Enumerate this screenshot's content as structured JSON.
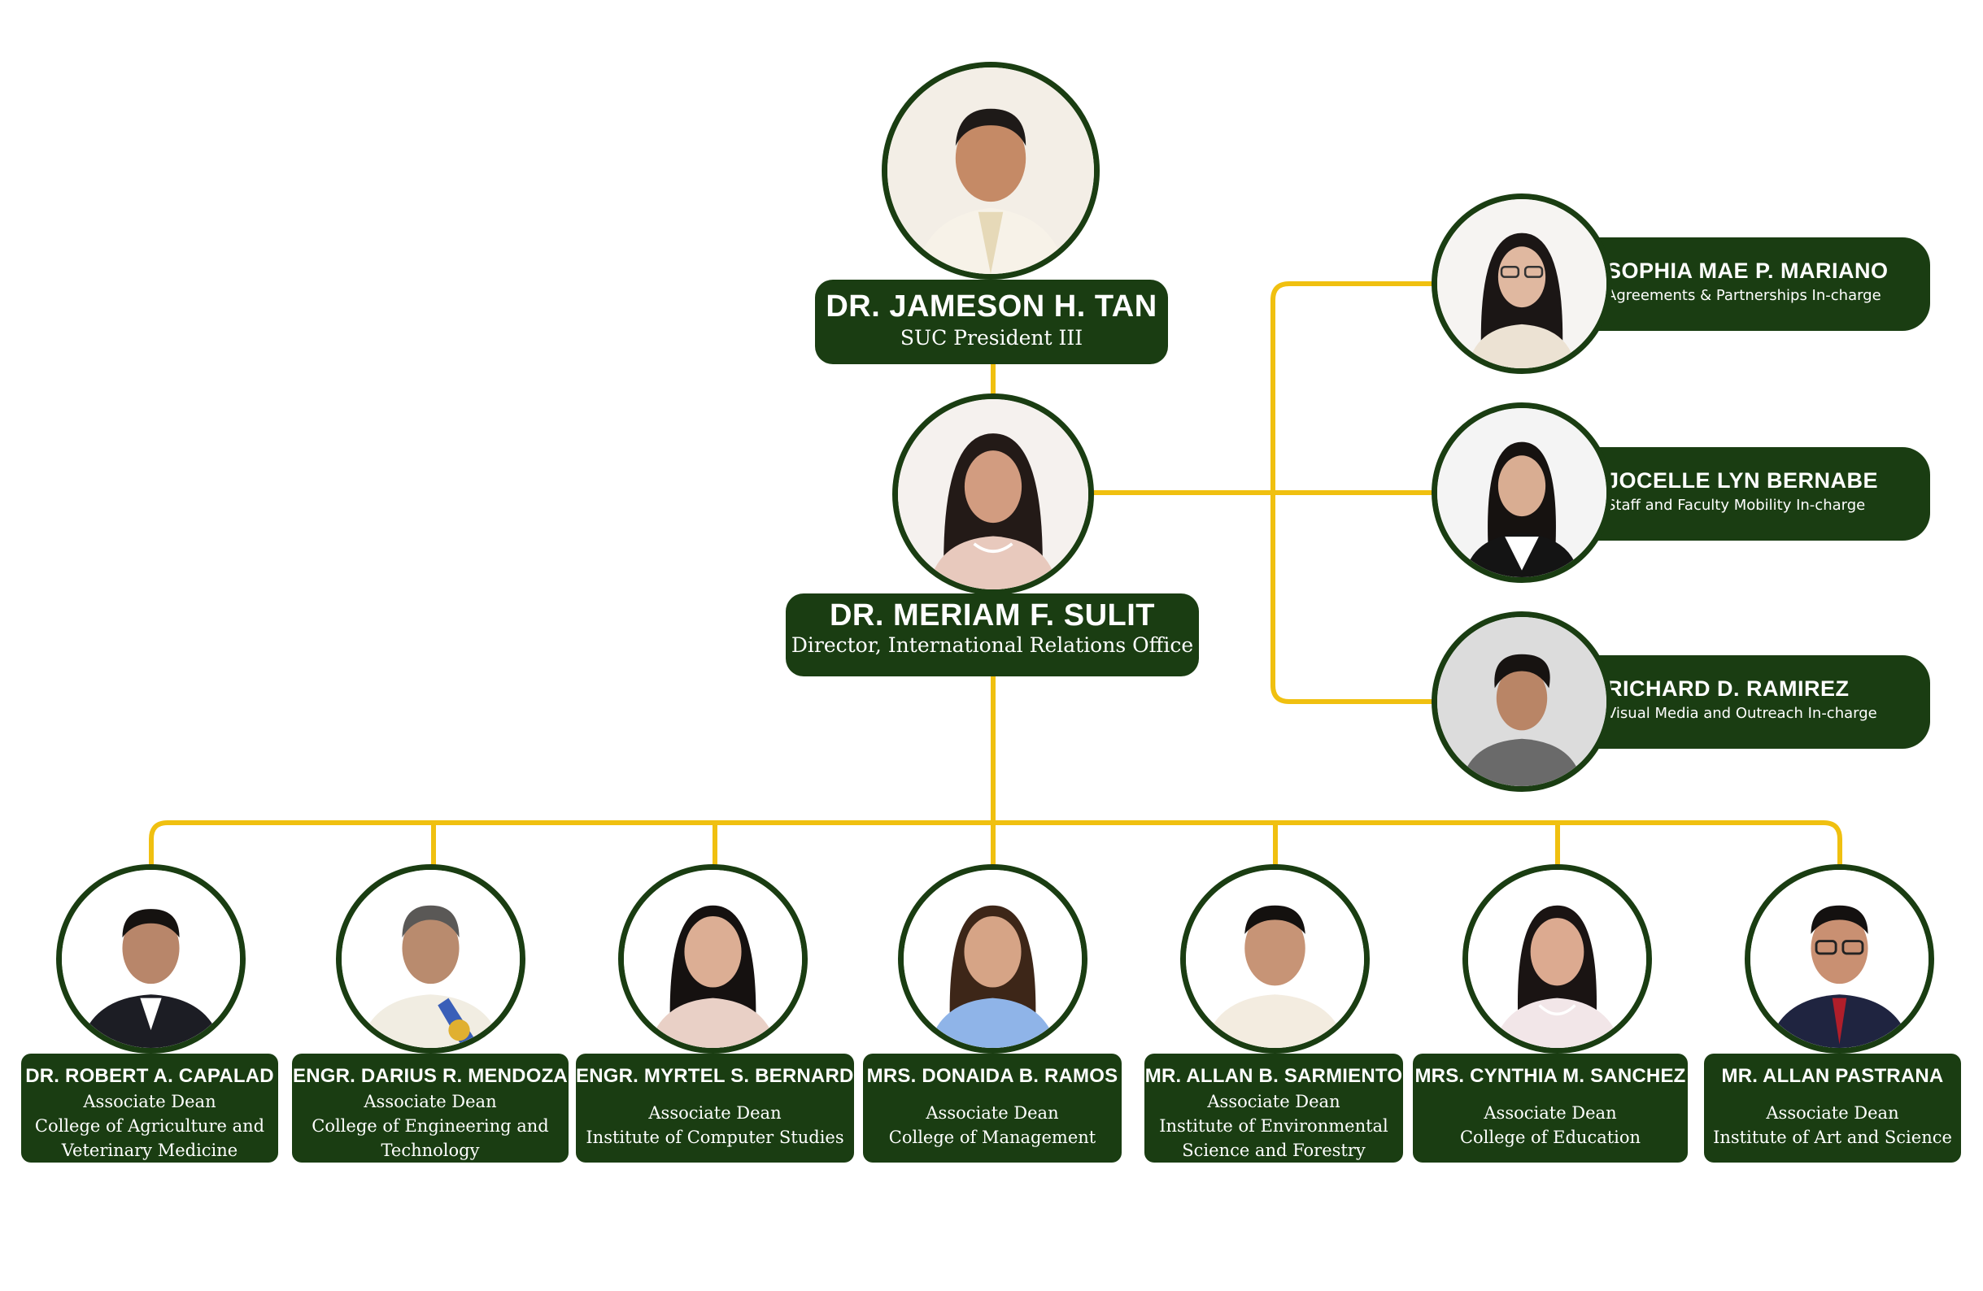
{
  "colors": {
    "card": "#1a3d12",
    "connector": "#f0c010",
    "text": "#ffffff",
    "background": "#ffffff"
  },
  "president": {
    "name": "DR. JAMESON H. TAN",
    "title": "SUC President III",
    "photo": "photo-jameson-tan"
  },
  "director": {
    "name": "DR. MERIAM F. SULIT",
    "title": "Director, International Relations Office",
    "photo": "photo-meriam-sulit"
  },
  "staff": [
    {
      "name": "SOPHIA MAE P. MARIANO",
      "title": "Agreements & Partnerships In-charge",
      "photo": "photo-sophia-mariano"
    },
    {
      "name": "JOCELLE LYN BERNABE",
      "title": "Staff and Faculty Mobility In-charge",
      "photo": "photo-jocelle-bernabe"
    },
    {
      "name": "RICHARD D. RAMIREZ",
      "title": "Visual Media and Outreach In-charge",
      "photo": "photo-richard-ramirez"
    }
  ],
  "deans": [
    {
      "name": "DR. ROBERT A. CAPALAD",
      "lines": [
        "Associate Dean",
        "College of Agriculture and",
        "Veterinary Medicine"
      ],
      "photo": "photo-robert-capalad"
    },
    {
      "name": "ENGR. DARIUS R. MENDOZA",
      "lines": [
        "Associate Dean",
        "College of Engineering and",
        "Technology"
      ],
      "photo": "photo-darius-mendoza"
    },
    {
      "name": "ENGR. MYRTEL S. BERNARDO",
      "lines": [
        "Associate Dean",
        "Institute of Computer Studies"
      ],
      "photo": "photo-myrtel-bernardo"
    },
    {
      "name": "MRS. DONAIDA B. RAMOS",
      "lines": [
        "Associate Dean",
        "College of Management"
      ],
      "photo": "photo-donaida-ramos"
    },
    {
      "name": "MR. ALLAN B. SARMIENTO",
      "lines": [
        "Associate Dean",
        "Institute of Environmental",
        "Science and Forestry"
      ],
      "photo": "photo-allan-sarmiento"
    },
    {
      "name": "MRS. CYNTHIA M. SANCHEZ",
      "lines": [
        "Associate Dean",
        "College of Education"
      ],
      "photo": "photo-cynthia-sanchez"
    },
    {
      "name": "MR. ALLAN PASTRANA",
      "lines": [
        "Associate Dean",
        "Institute of Art and Science"
      ],
      "photo": "photo-allan-pastrana"
    }
  ]
}
